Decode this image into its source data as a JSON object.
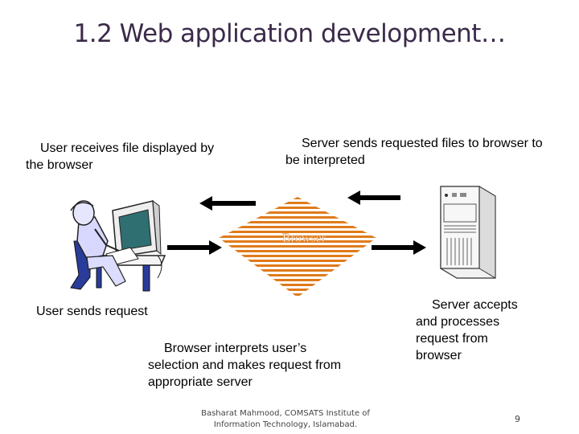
{
  "slide": {
    "title": "1.2 Web application development…",
    "footer": "Basharat Mahmood, COMSATS Institute of\nInformation Technology, Islamabad.",
    "page_number": "9"
  },
  "diagram": {
    "user_receives": "User receives file displayed by\nthe browser",
    "server_sends": "Server sends requested files to browser to\nbe interpreted",
    "browser_label": "Browser",
    "user_sends": "User sends request",
    "browser_interprets": "Browser interprets user’s\nselection and makes request from\nappropriate server",
    "server_accepts": "Server accepts\nand processes\nrequest from\nbrowser"
  },
  "colors": {
    "title": "#3b2a4a",
    "browser_stripe": "#e07b1a",
    "arrow": "#000000"
  }
}
